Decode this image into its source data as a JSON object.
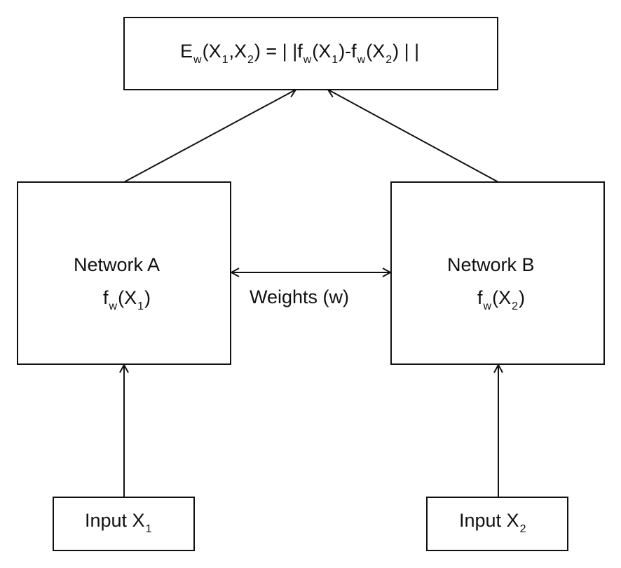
{
  "diagram": {
    "energy_formula": {
      "E": "E",
      "E_sub": "w",
      "lhs_args_open": "(X",
      "lhs_x1_sub": "1",
      "lhs_args_mid": ",X",
      "lhs_x2_sub": "2",
      "lhs_args_close": ")",
      "equals": " = | |f",
      "f1_sub": "w",
      "f1_open": "(X",
      "f1_x_sub": "1",
      "minus_f": ")-f",
      "f2_sub": "w",
      "f2_open": "(X",
      "f2_x_sub": "2",
      "tail": ") | |"
    },
    "network_a": {
      "title": "Network A",
      "f": "f",
      "f_sub": "w",
      "open": "(X",
      "x_sub": "1",
      "close": ")"
    },
    "network_b": {
      "title": "Network B",
      "f": "f",
      "f_sub": "w",
      "open": "(X",
      "x_sub": "2",
      "close": ")"
    },
    "shared_weights_label": "Weights (w)",
    "input_1": {
      "label": "Input X",
      "sub": "1"
    },
    "input_2": {
      "label": "Input X",
      "sub": "2"
    },
    "colors": {
      "stroke": "#111111",
      "background": "#ffffff"
    }
  }
}
